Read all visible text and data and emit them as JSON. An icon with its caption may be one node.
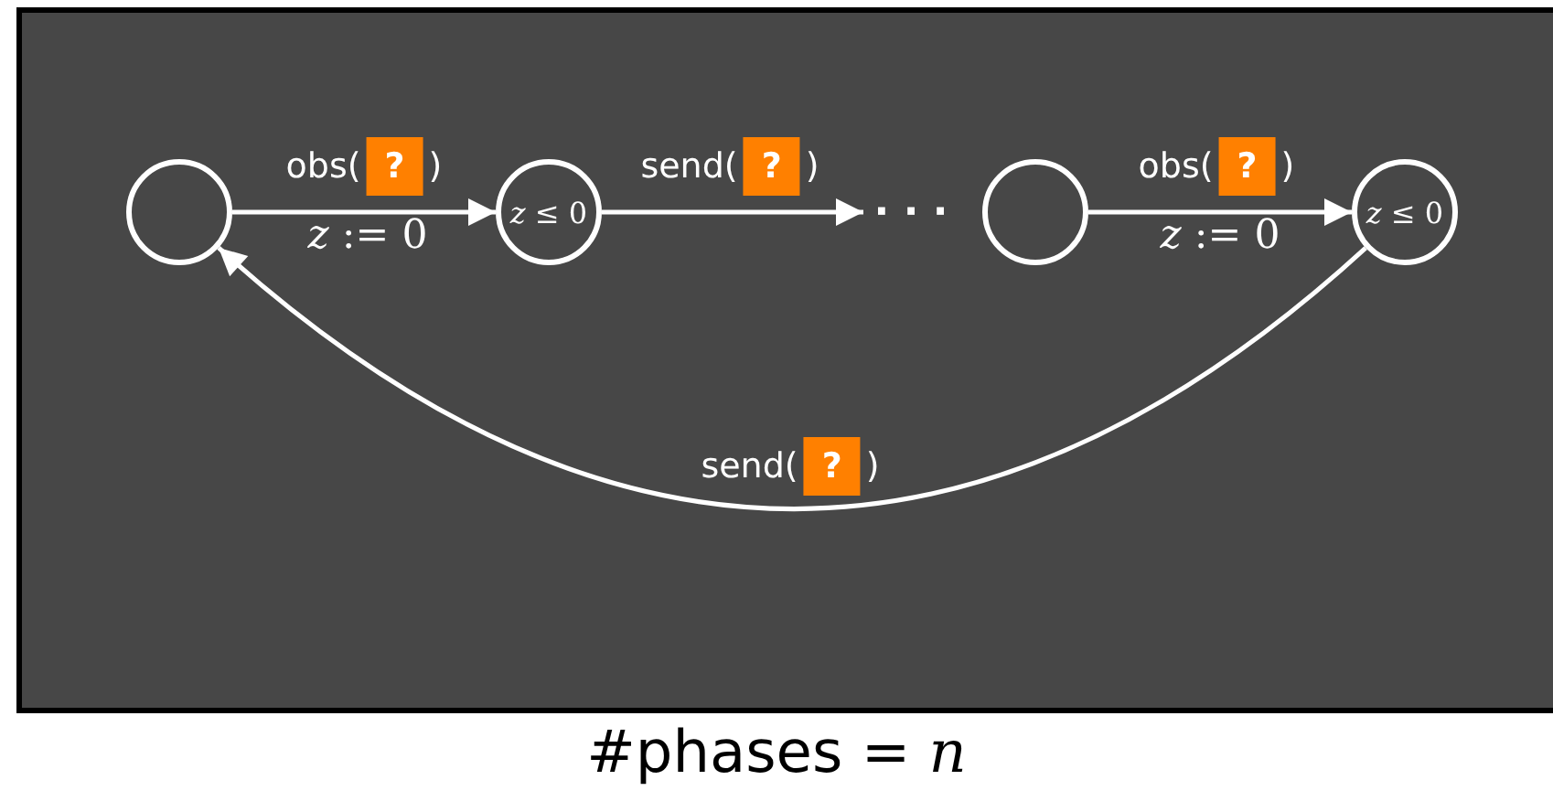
{
  "diagram": {
    "caption": "#phases = *n*",
    "nodes": [
      {
        "text": [],
        "shape": "circle"
      },
      {
        "text": [
          "*z* ≤ 0"
        ]
      },
      {
        "text": [
          "· · ·"
        ]
      },
      {
        "text": [],
        "shape": "circle"
      },
      {
        "text": [
          "*z* ≤ 0"
        ]
      }
    ],
    "edges": [
      {
        "from": 0,
        "to": 1,
        "arrow": "to",
        "label": "obs(**?**)"
      },
      {
        "from": 1,
        "to": 2,
        "arrow": "to",
        "label": "send(**?**)"
      },
      {
        "from": 3,
        "to": 4,
        "arrow": "to",
        "label": "obs(**?**)"
      },
      {
        "from": 4,
        "to": 0,
        "arrow": "to",
        "label": "send(**?**)"
      }
    ],
    "labels": [
      "*z* := 0",
      "*z* := 0"
    ]
  }
}
